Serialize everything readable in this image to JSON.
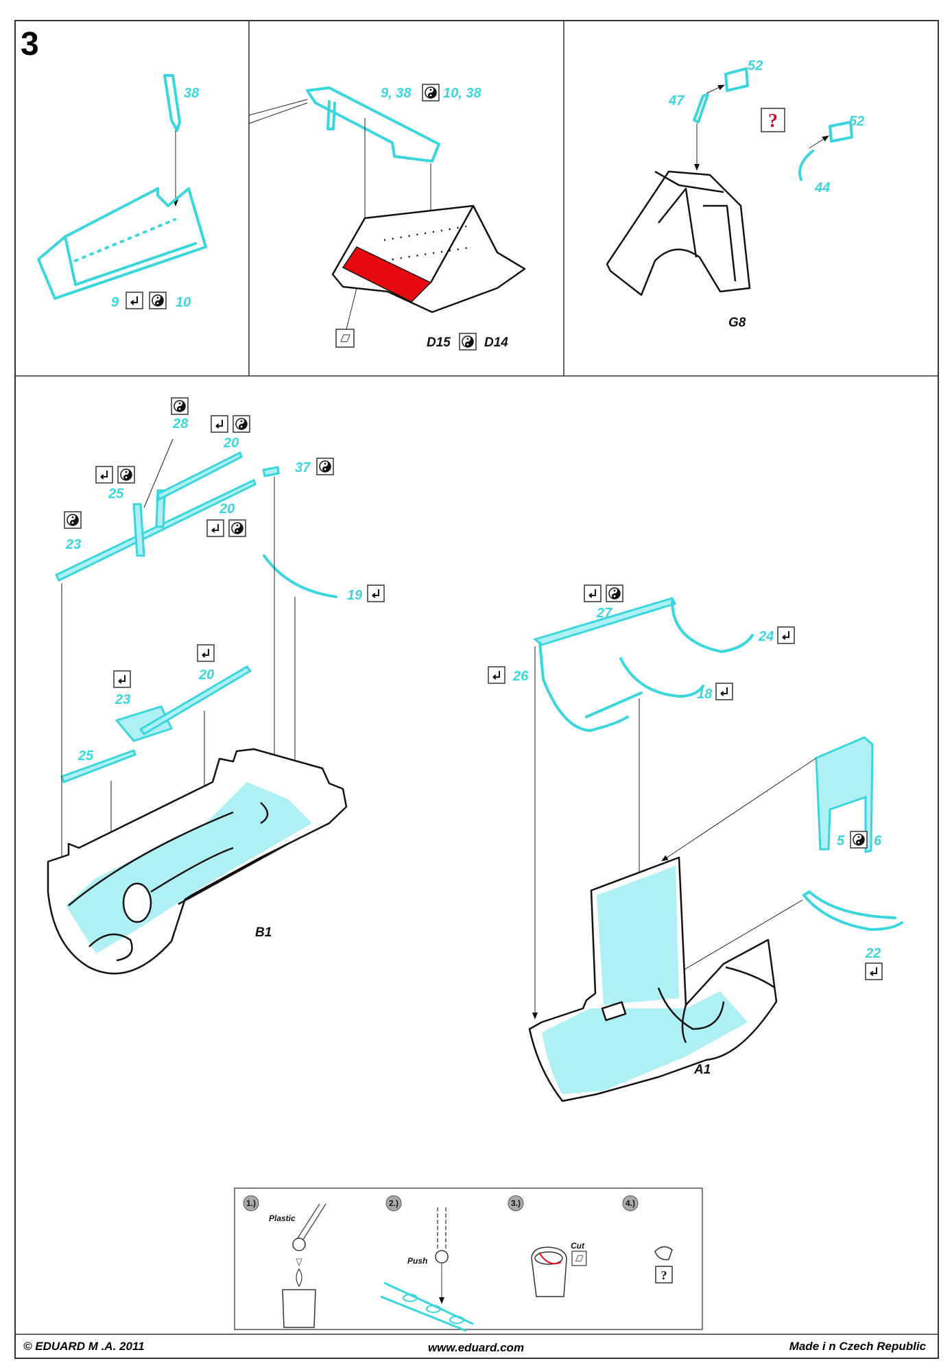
{
  "step": {
    "number": "3"
  },
  "panels": {
    "p1": {
      "labels": [
        "38",
        "9",
        "10"
      ]
    },
    "p2": {
      "labels": [
        "9, 38",
        "10, 38",
        "D15",
        "D14"
      ]
    },
    "p3": {
      "labels": [
        "52",
        "47",
        "52",
        "44",
        "G8"
      ]
    }
  },
  "b1": {
    "part_label": "B1",
    "labels": [
      "28",
      "20",
      "25",
      "37",
      "20",
      "23",
      "19",
      "20",
      "23",
      "25"
    ]
  },
  "a1": {
    "part_label": "A1",
    "labels": [
      "27",
      "24",
      "26",
      "18",
      "5",
      "6",
      "22"
    ]
  },
  "legend": {
    "steps": [
      "1.)",
      "2.)",
      "3.)",
      "4.)"
    ],
    "plastic_label": "Plastic",
    "push_label": "Push",
    "cut_label": "Cut",
    "question_mark": "?"
  },
  "footer": {
    "copyright": "© EDUARD  M  .A. 2011",
    "website": "www.eduard.com",
    "made_in": "Made i  n Czech Republic"
  },
  "icons": [
    "bend-icon",
    "yin-yang-icon",
    "question-icon",
    "cut-icon"
  ],
  "colors": {
    "pe_cyan": "#3ad6dd",
    "fill_cyan": "#aef0f3",
    "highlight_red": "#e8080f",
    "question_red": "#c8102e"
  }
}
